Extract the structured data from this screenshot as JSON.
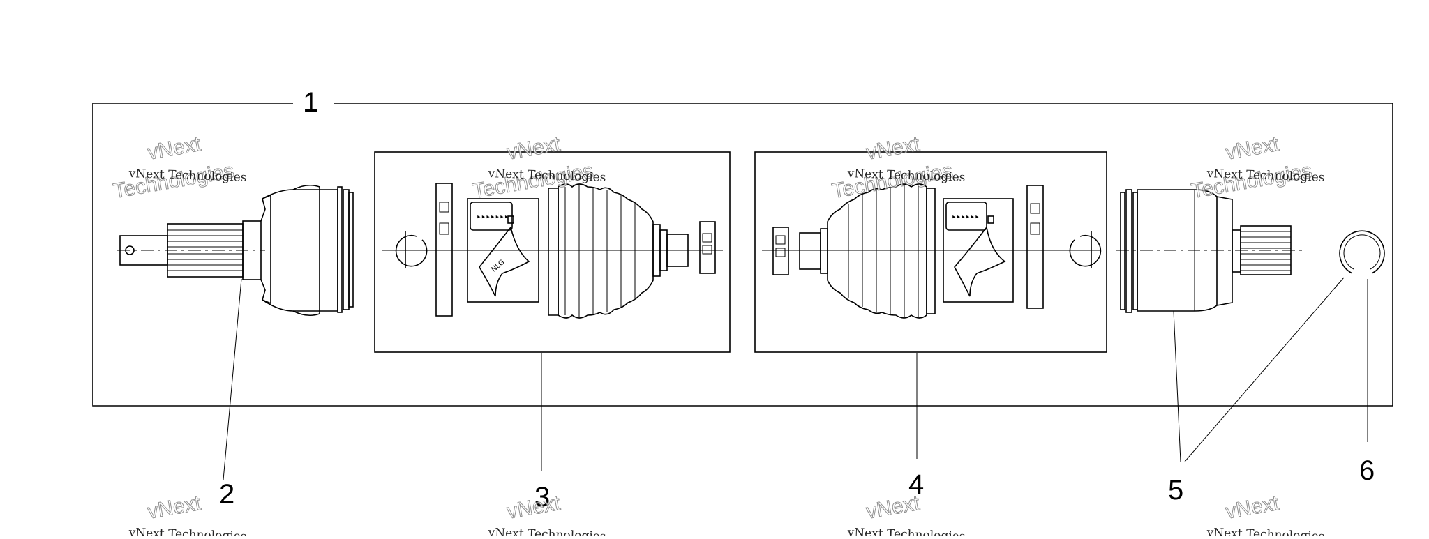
{
  "callouts": {
    "c1": "1",
    "c2": "2",
    "c3": "3",
    "c4": "4",
    "c5": "5",
    "c6": "6"
  },
  "watermark": {
    "line1": "vNext Technologies",
    "big_top": "vNext",
    "big_bottom": "Technologies"
  },
  "colors": {
    "line": "#000000",
    "background": "#ffffff"
  }
}
